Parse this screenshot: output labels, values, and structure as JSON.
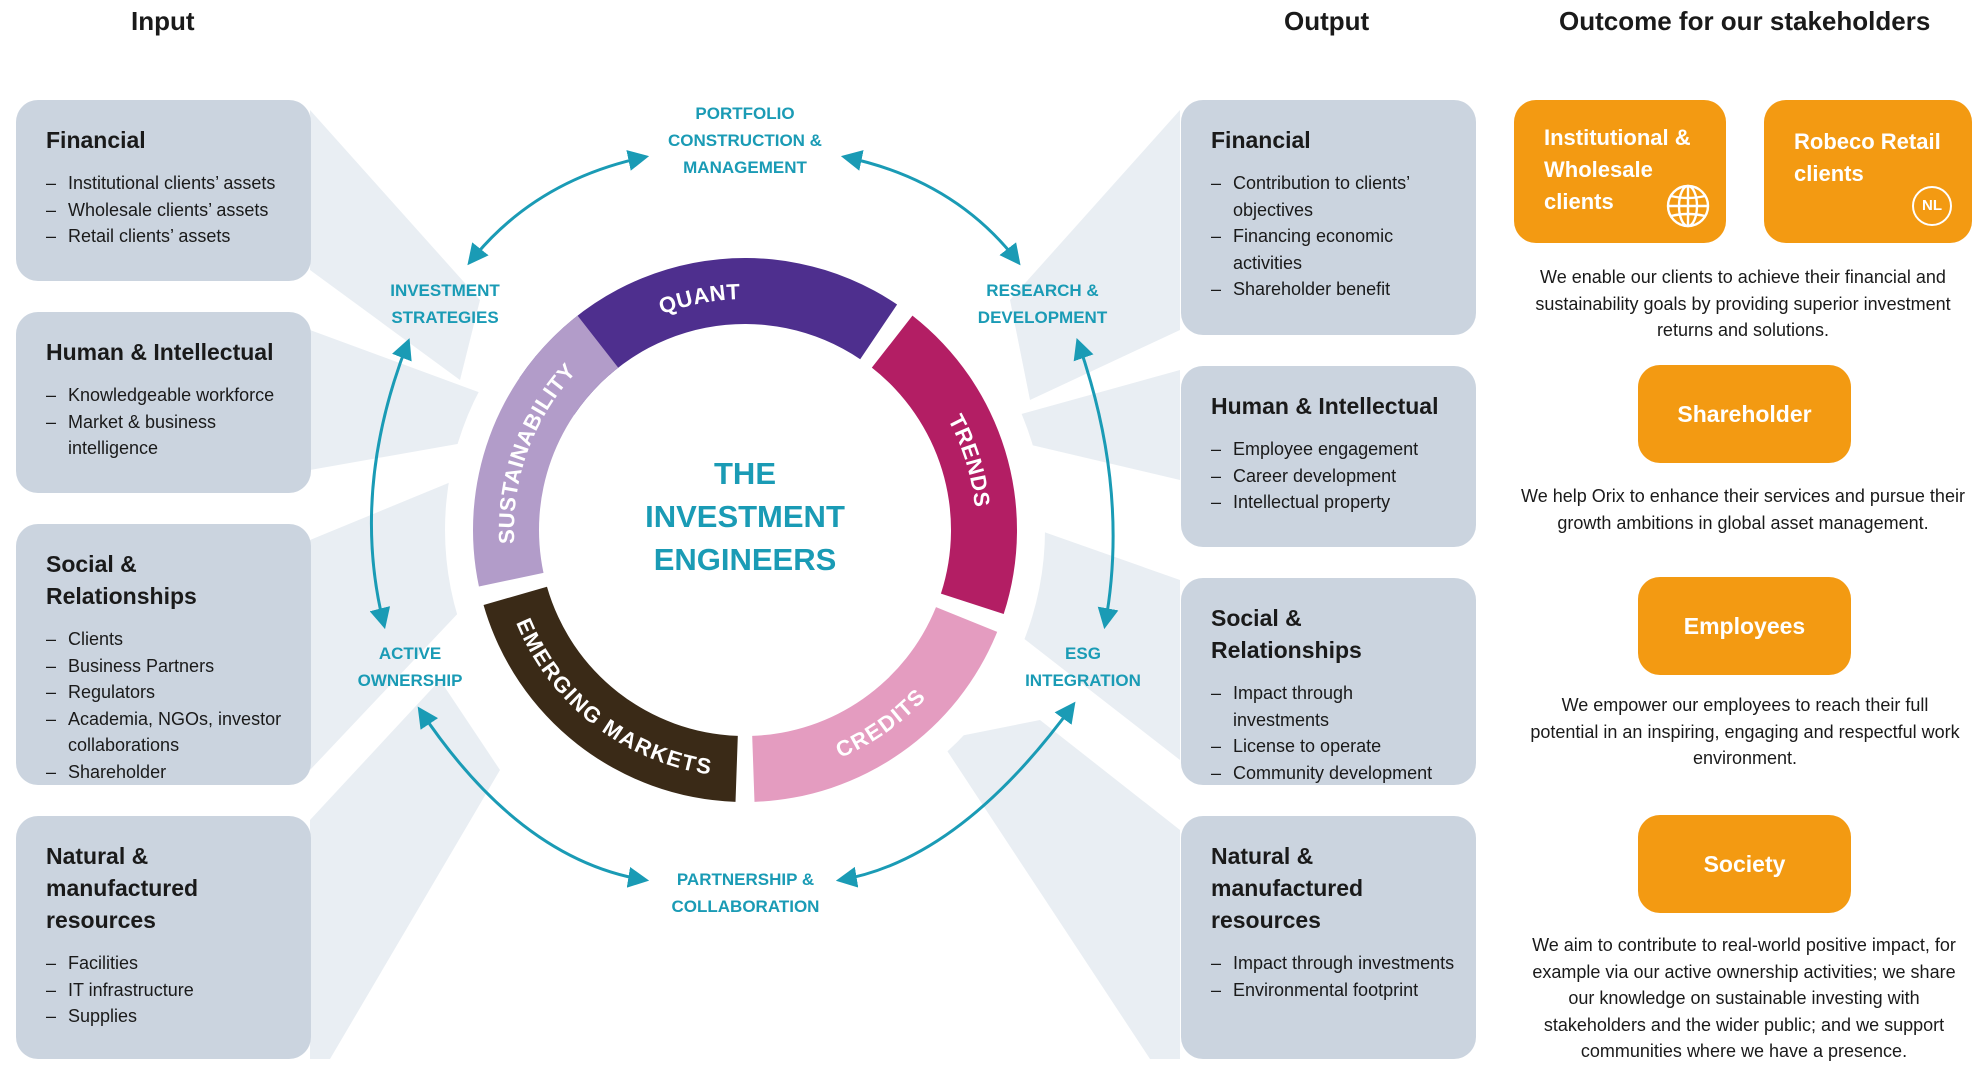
{
  "headers": {
    "input": "Input",
    "output": "Output",
    "outcome": "Outcome for our stakeholders"
  },
  "inputs": [
    {
      "title": "Financial",
      "items": [
        "Institutional clients’ assets",
        "Wholesale clients’ assets",
        "Retail clients’ assets"
      ]
    },
    {
      "title": "Human & Intellectual",
      "items": [
        "Knowledgeable workforce",
        "Market & business intelligence"
      ]
    },
    {
      "title": "Social & Relationships",
      "items": [
        "Clients",
        "Business Partners",
        "Regulators",
        "Academia, NGOs, investor collaborations",
        "Shareholder"
      ]
    },
    {
      "title": "Natural & manufactured resources",
      "items": [
        "Facilities",
        "IT infrastructure",
        "Supplies"
      ]
    }
  ],
  "outputs": [
    {
      "title": "Financial",
      "items": [
        "Contribution to clients’ objectives",
        "Financing economic activities",
        "Shareholder benefit"
      ]
    },
    {
      "title": "Human & Intellectual",
      "items": [
        "Employee engagement",
        "Career development",
        "Intellectual property"
      ]
    },
    {
      "title": "Social & Relationships",
      "items": [
        "Impact through investments",
        "License to operate",
        "Community development"
      ]
    },
    {
      "title": "Natural & manufactured resources",
      "items": [
        "Impact through investments",
        "Environmental footprint"
      ]
    }
  ],
  "process": {
    "portfolio": "PORTFOLIO CONSTRUCTION & MANAGEMENT",
    "strategies": "INVESTMENT STRATEGIES",
    "research": "RESEARCH & DEVELOPMENT",
    "active": "ACTIVE OWNERSHIP",
    "esg": "ESG INTEGRATION",
    "partnership": "PARTNERSHIP & COLLABORATION"
  },
  "core": {
    "line1": "THE",
    "line2": "INVESTMENT",
    "line3": "ENGINEERS"
  },
  "ring": [
    {
      "label": "QUANT",
      "color": "#4e2f8e"
    },
    {
      "label": "TRENDS",
      "color": "#b31e64"
    },
    {
      "label": "CREDITS",
      "color": "#e49cc0"
    },
    {
      "label": "EMERGING MARKETS",
      "color": "#3a2a17"
    },
    {
      "label": "SUSTAINABILITY",
      "color": "#b29cc9"
    }
  ],
  "colors": {
    "accent_teal": "#1a9bb5",
    "orange": "#f39a12",
    "card_grey": "#cbd4df"
  },
  "icons": {
    "globe": "globe-icon",
    "nl_badge": "nl-badge-icon"
  },
  "stakeholders": {
    "clients_inst": "Institutional & Wholesale clients",
    "clients_retail": "Robeco Retail clients",
    "nl_badge": "NL",
    "clients_text": "We enable our clients to achieve their financial and sustainability goals by providing superior investment returns and solutions.",
    "shareholder": "Shareholder",
    "shareholder_text": "We help Orix to enhance their services and pursue their growth ambitions in global asset management.",
    "employees": "Employees",
    "employees_text": "We empower our employees to reach their full potential in an inspiring, engaging and respectful work environment.",
    "society": "Society",
    "society_text": "We aim to contribute to real-world positive impact, for example via our active ownership activities; we share our knowledge on sustainable investing with stakeholders and the wider public; and we support communities where we have a presence."
  }
}
